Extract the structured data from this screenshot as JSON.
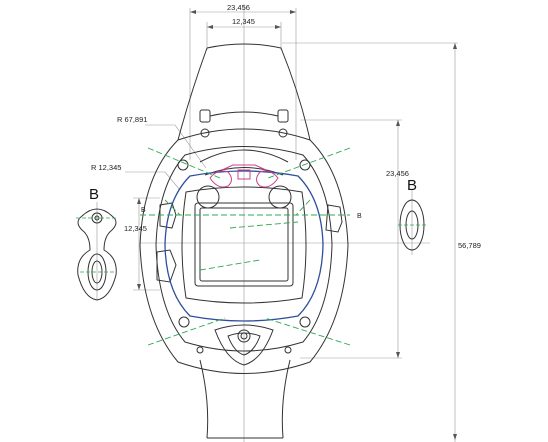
{
  "dimensions": {
    "top_overall_width": "23,456",
    "top_inner_width": "12,345",
    "radius_large": "R 67,891",
    "radius_small": "R 12,345",
    "right_height": "23,456",
    "overall_height": "56,789",
    "left_height": "12,345"
  },
  "section_labels": {
    "left_view": "B",
    "right_view": "B",
    "cut_left": "B",
    "cut_right": "B"
  },
  "colors": {
    "outline": "#333333",
    "construction": "#9a9a9a",
    "green_centerline": "#2fa84f",
    "blue_bezel": "#2e4f9e",
    "magenta_detail": "#d0408a"
  }
}
